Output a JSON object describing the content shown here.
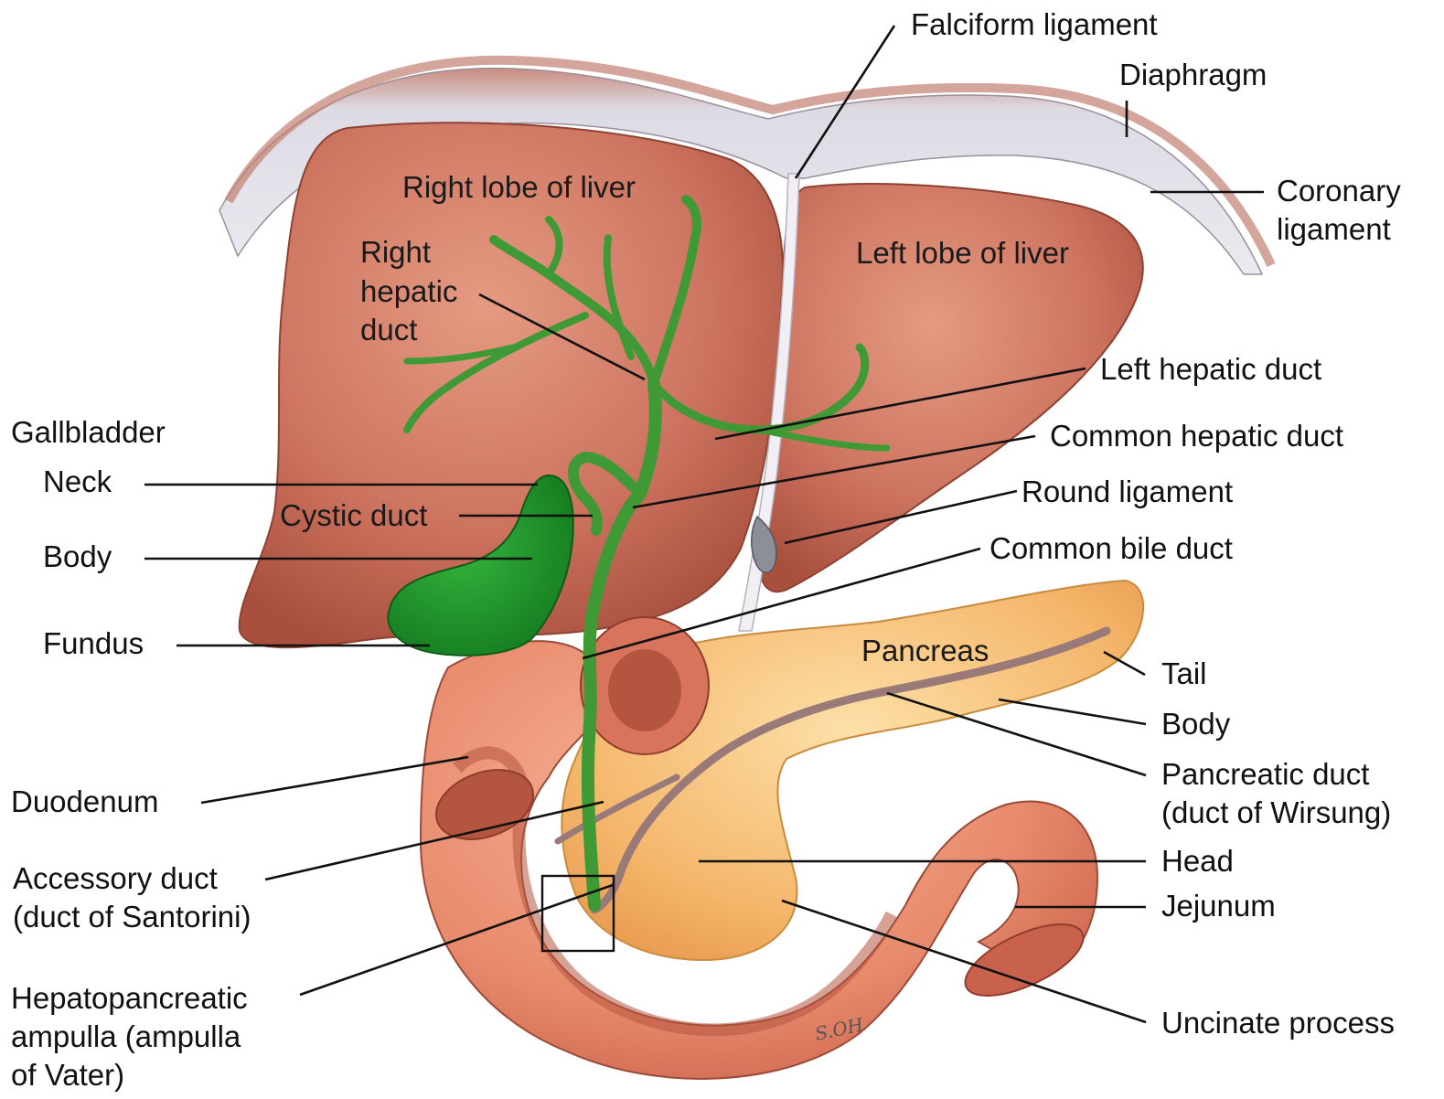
{
  "colors": {
    "liver": "#cd7460",
    "liver_dark": "#b25846",
    "diaphragm": "#dcdbe4",
    "diaphragm_muscle": "#d49a8e",
    "bile": "#3f9a36",
    "bile_dark": "#2c7a24",
    "gallbladder": "#1f8f2a",
    "pancreas": "#f4b66a",
    "pancreas_light": "#fbd597",
    "duodenum": "#e88a6c",
    "duodenum_inner": "#c9624c",
    "pancreatic_duct": "#9a7a78"
  },
  "labels": {
    "falciform_ligament": "Falciform ligament",
    "diaphragm": "Diaphragm",
    "coronary_ligament_1": "Coronary",
    "coronary_ligament_2": "ligament",
    "right_lobe": "Right lobe of liver",
    "left_lobe": "Left lobe of liver",
    "right_hepatic_duct_1": "Right",
    "right_hepatic_duct_2": "hepatic",
    "right_hepatic_duct_3": "duct",
    "left_hepatic_duct": "Left hepatic duct",
    "gallbladder": "Gallbladder",
    "neck": "Neck",
    "common_hepatic_duct": "Common hepatic duct",
    "cystic_duct": "Cystic duct",
    "round_ligament": "Round ligament",
    "body_gallbladder": "Body",
    "common_bile_duct": "Common bile duct",
    "fundus": "Fundus",
    "pancreas": "Pancreas",
    "tail": "Tail",
    "body_pancreas": "Body",
    "duodenum": "Duodenum",
    "pancreatic_duct_1": "Pancreatic duct",
    "pancreatic_duct_2": "(duct of Wirsung)",
    "accessory_duct_1": "Accessory duct",
    "accessory_duct_2": "(duct of Santorini)",
    "head": "Head",
    "jejunum": "Jejunum",
    "ampulla_1": "Hepatopancreatic",
    "ampulla_2": "ampulla (ampulla",
    "ampulla_3": "of Vater)",
    "uncinate_process": "Uncinate process",
    "signature": "S.OH"
  }
}
